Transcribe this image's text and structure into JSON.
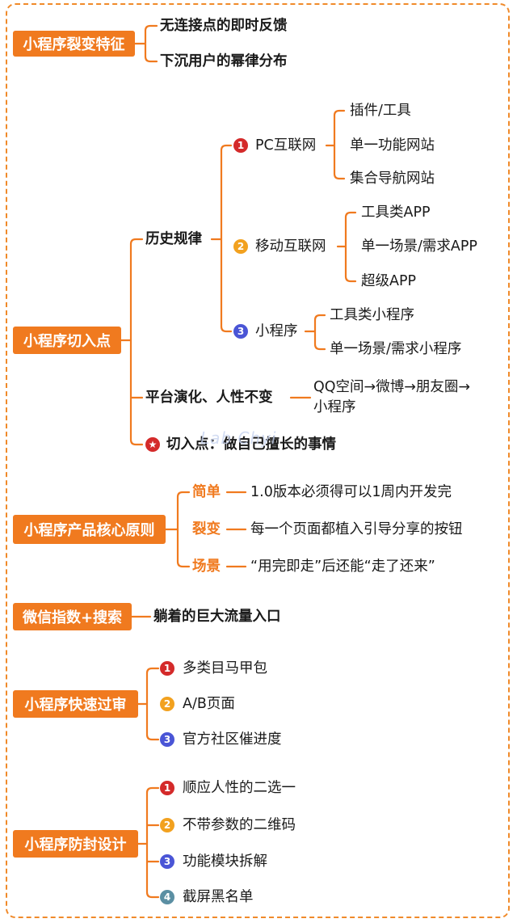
{
  "sections": {
    "fission": {
      "title": "小程序裂变特征",
      "items": [
        "无连接点的即时反馈",
        "下沉用户的幂律分布"
      ]
    },
    "entry": {
      "title": "小程序切入点",
      "history": {
        "label": "历史规律",
        "groups": [
          {
            "badge": "1",
            "label": "PC互联网",
            "items": [
              "插件/工具",
              "单一功能网站",
              "集合导航网站"
            ]
          },
          {
            "badge": "2",
            "label": "移动互联网",
            "items": [
              "工具类APP",
              "单一场景/需求APP",
              "超级APP"
            ]
          },
          {
            "badge": "3",
            "label": "小程序",
            "items": [
              "工具类小程序",
              "单一场景/需求小程序"
            ]
          }
        ]
      },
      "platform": {
        "label": "平台演化、人性不变",
        "line1": "QQ空间→微博→朋友圈→",
        "line2": "小程序"
      },
      "point": {
        "badge": "★",
        "label": "切入点：做自己擅长的事情"
      }
    },
    "principle": {
      "title": "小程序产品核心原则",
      "items": [
        {
          "key": "简单",
          "text": "1.0版本必须得可以1周内开发完"
        },
        {
          "key": "裂变",
          "text": "每一个页面都植入引导分享的按钮"
        },
        {
          "key": "场景",
          "text": "“用完即走”后还能“走了还来”"
        }
      ]
    },
    "wechat": {
      "title": "微信指数+搜索",
      "item": "躺着的巨大流量入口"
    },
    "review": {
      "title": "小程序快速过审",
      "items": [
        {
          "badge": "1",
          "text": "多类目马甲包"
        },
        {
          "badge": "2",
          "text": "A/B页面"
        },
        {
          "badge": "3",
          "text": "官方社区催进度"
        }
      ]
    },
    "antiban": {
      "title": "小程序防封设计",
      "items": [
        {
          "badge": "1",
          "text": "顺应人性的二选一"
        },
        {
          "badge": "2",
          "text": "不带参数的二维码"
        },
        {
          "badge": "3",
          "text": "功能模块拆解"
        },
        {
          "badge": "4",
          "text": "截屏黑名单"
        }
      ]
    }
  },
  "watermark": "Lab Chyi",
  "colors": {
    "accent": "#f07a1f",
    "badge1": "#d42a2a",
    "badge2": "#f2a11f",
    "badge3": "#4a55d6",
    "badge4": "#5b8fa3"
  }
}
